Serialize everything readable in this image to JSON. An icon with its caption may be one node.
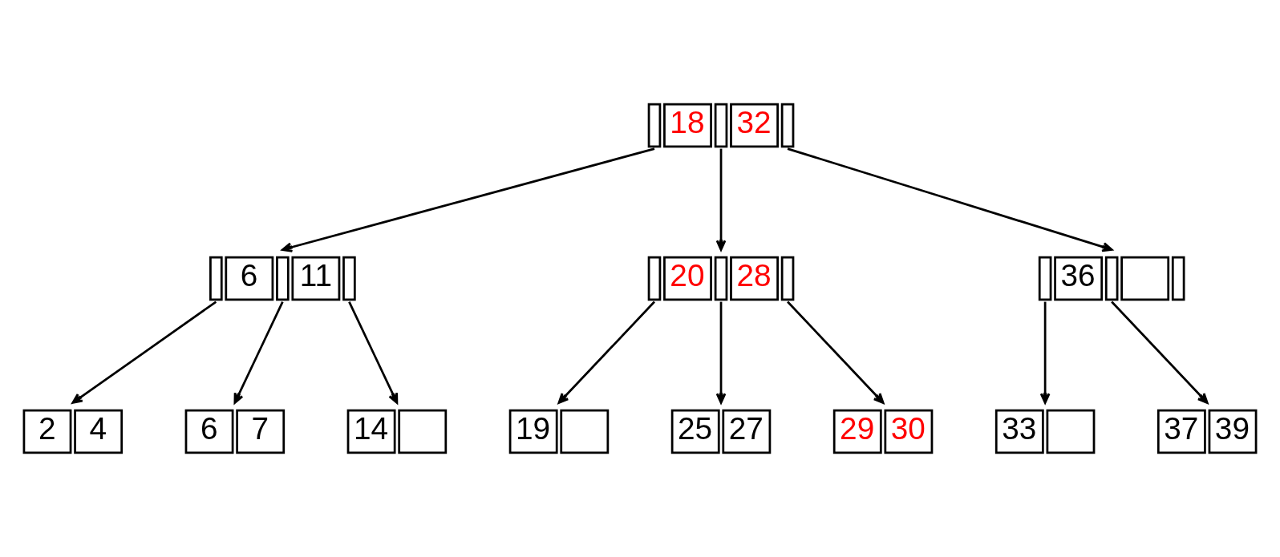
{
  "diagram": {
    "nodes": [
      {
        "text": [
          "18",
          "32"
        ]
      },
      {
        "text": [
          "6",
          "11"
        ]
      },
      {
        "text": [
          "20",
          "28"
        ]
      },
      {
        "text": [
          "36"
        ]
      },
      {
        "text": [
          "2",
          "4"
        ]
      },
      {
        "text": [
          "6",
          "7"
        ]
      },
      {
        "text": [
          "14"
        ]
      },
      {
        "text": [
          "19"
        ]
      },
      {
        "text": [
          "25",
          "27"
        ]
      },
      {
        "text": [
          "29",
          "30"
        ]
      },
      {
        "text": [
          "33"
        ]
      },
      {
        "text": [
          "37",
          "39"
        ]
      }
    ],
    "edges": [
      {
        "from": 0,
        "to": 1,
        "arrow": "to"
      },
      {
        "from": 0,
        "to": 2,
        "arrow": "to"
      },
      {
        "from": 0,
        "to": 3,
        "arrow": "to"
      },
      {
        "from": 1,
        "to": 4,
        "arrow": "to"
      },
      {
        "from": 1,
        "to": 5,
        "arrow": "to"
      },
      {
        "from": 1,
        "to": 6,
        "arrow": "to"
      },
      {
        "from": 2,
        "to": 7,
        "arrow": "to"
      },
      {
        "from": 2,
        "to": 8,
        "arrow": "to"
      },
      {
        "from": 2,
        "to": 9,
        "arrow": "to"
      },
      {
        "from": 3,
        "to": 10,
        "arrow": "to"
      },
      {
        "from": 3,
        "to": 11,
        "arrow": "to"
      }
    ]
  }
}
